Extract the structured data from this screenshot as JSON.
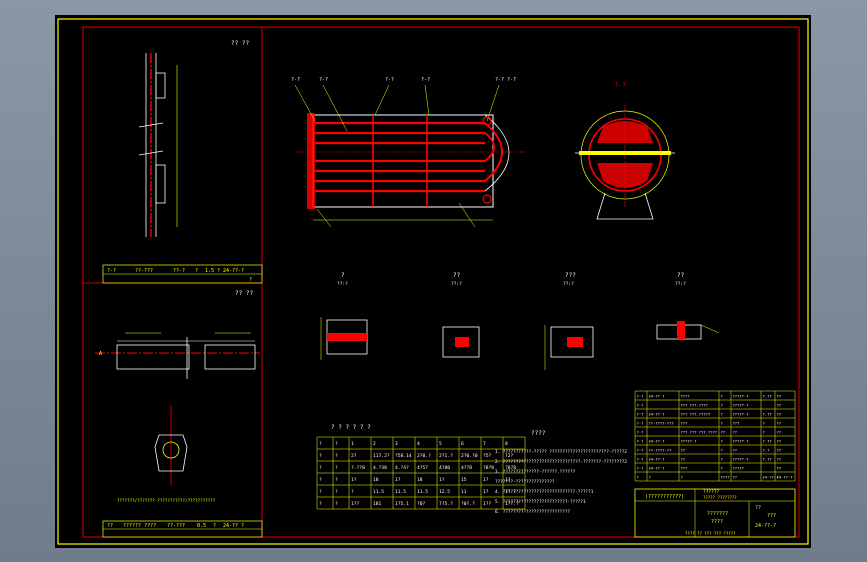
{
  "colors": {
    "background": "#000000",
    "frame": "#ffff00",
    "inner_frame": "#ff0000",
    "part": "#ff0000",
    "annotation": "#ffff00",
    "line": "#ffffff"
  },
  "left_panel": {
    "top_view_label": "?? ??",
    "top_strip": [
      "?-?",
      "??-???",
      "??-?",
      "?",
      "1.5",
      "?",
      "24-??-?",
      "?"
    ],
    "mid_view_label": "?? ??",
    "bolt_note": "???????/???????-???????????/???????????",
    "bottom_strip": [
      "??",
      "?????? ????",
      "??-???",
      "0.5",
      "?",
      "24-?? ?"
    ]
  },
  "main": {
    "tube_labels_left": [
      "?-?",
      "?-?",
      "?-?",
      "?-?",
      "?-? ?-?"
    ],
    "section_title": "?-?",
    "detail_labels": [
      "?",
      "??",
      "???",
      "??"
    ],
    "detail_sublabels": [
      "??:?",
      "??:?",
      "??:?",
      "??:?"
    ]
  },
  "table": {
    "title": "? ? ? ? ? ?",
    "headers": [
      "?",
      "?",
      "1",
      "2",
      "3",
      "4",
      "5",
      "6",
      "7",
      "8"
    ],
    "rows": [
      [
        "?",
        "?",
        "2?",
        "117.2?",
        "?58.14",
        "2?0.?",
        "2?1.?",
        "2?0.?0",
        "?5?",
        "?2?"
      ],
      [
        "?",
        "?",
        "?.??8",
        "4.?38",
        "4.?4?",
        "4?5?",
        "4?80",
        "4??8",
        "?8?8",
        "?8?8"
      ],
      [
        "?",
        "?",
        "1?",
        "18",
        "1?",
        "18",
        "1?",
        "15",
        "1?",
        "1?"
      ],
      [
        "?",
        "?",
        "?",
        "11.5",
        "11.5",
        "11.5",
        "12.5",
        "11",
        "1?",
        "1?.?"
      ],
      [
        "?",
        "?",
        "1??",
        "181",
        "1?5.1",
        "?0?",
        "7?5.?",
        "?0?.?",
        "1??",
        "1??.?"
      ]
    ]
  },
  "notes": {
    "title": "????",
    "lines": [
      "1. ???????????-?????    ???????????????????????-?????2",
      "2. ??????????????????????????????-???????-????????2",
      "3. ??????????????-??????.??????",
      "   ???????-???????????????",
      "4. ????????????????????????????-?????1",
      "5. ?????????????????????????-?????1",
      "6. ??????????????????????????"
    ]
  },
  "parts_list": [
    [
      "?-?",
      "24-?? ?",
      "????",
      "?",
      "?????-?",
      "?.??",
      "??"
    ],
    [
      "?-?",
      "",
      "??? ???.????",
      "?",
      "?????-?",
      "",
      "??"
    ],
    [
      "?-?",
      "24-??-?",
      "??? ???.?????",
      "?",
      "?????-?",
      "?.??",
      "??"
    ],
    [
      "?-?",
      "??-????-???",
      "???",
      "?",
      "???",
      "?",
      "??"
    ],
    [
      "?-?",
      "",
      "??? ??? ???.????",
      "??",
      "??",
      "?",
      "??"
    ],
    [
      "?-?",
      "24-??-?",
      "?????-?",
      "?",
      "?????-?",
      "?.??",
      "??"
    ],
    [
      "?-?",
      "??-????-??",
      "??",
      "?",
      "??",
      "?.?",
      "??"
    ],
    [
      "?-?",
      "24-??-?",
      "??",
      "?",
      "?????-?",
      "?.??",
      "??"
    ],
    [
      "?-?",
      "24-??-?",
      "???",
      "?",
      "?????",
      "",
      "??"
    ]
  ],
  "parts_header": [
    "?",
    "?",
    "?",
    "????",
    "??",
    "24-??-?",
    "24-??-?"
  ],
  "title_block": {
    "drawing_name": "(???????????)",
    "subtitle": "??????",
    "sub2": "????? ????????",
    "code": "24-??-?",
    "scale": "??",
    "qty": "???",
    "unit": "???????",
    "date": "????",
    "footer": "???? ??  ??? ??? ?????"
  }
}
